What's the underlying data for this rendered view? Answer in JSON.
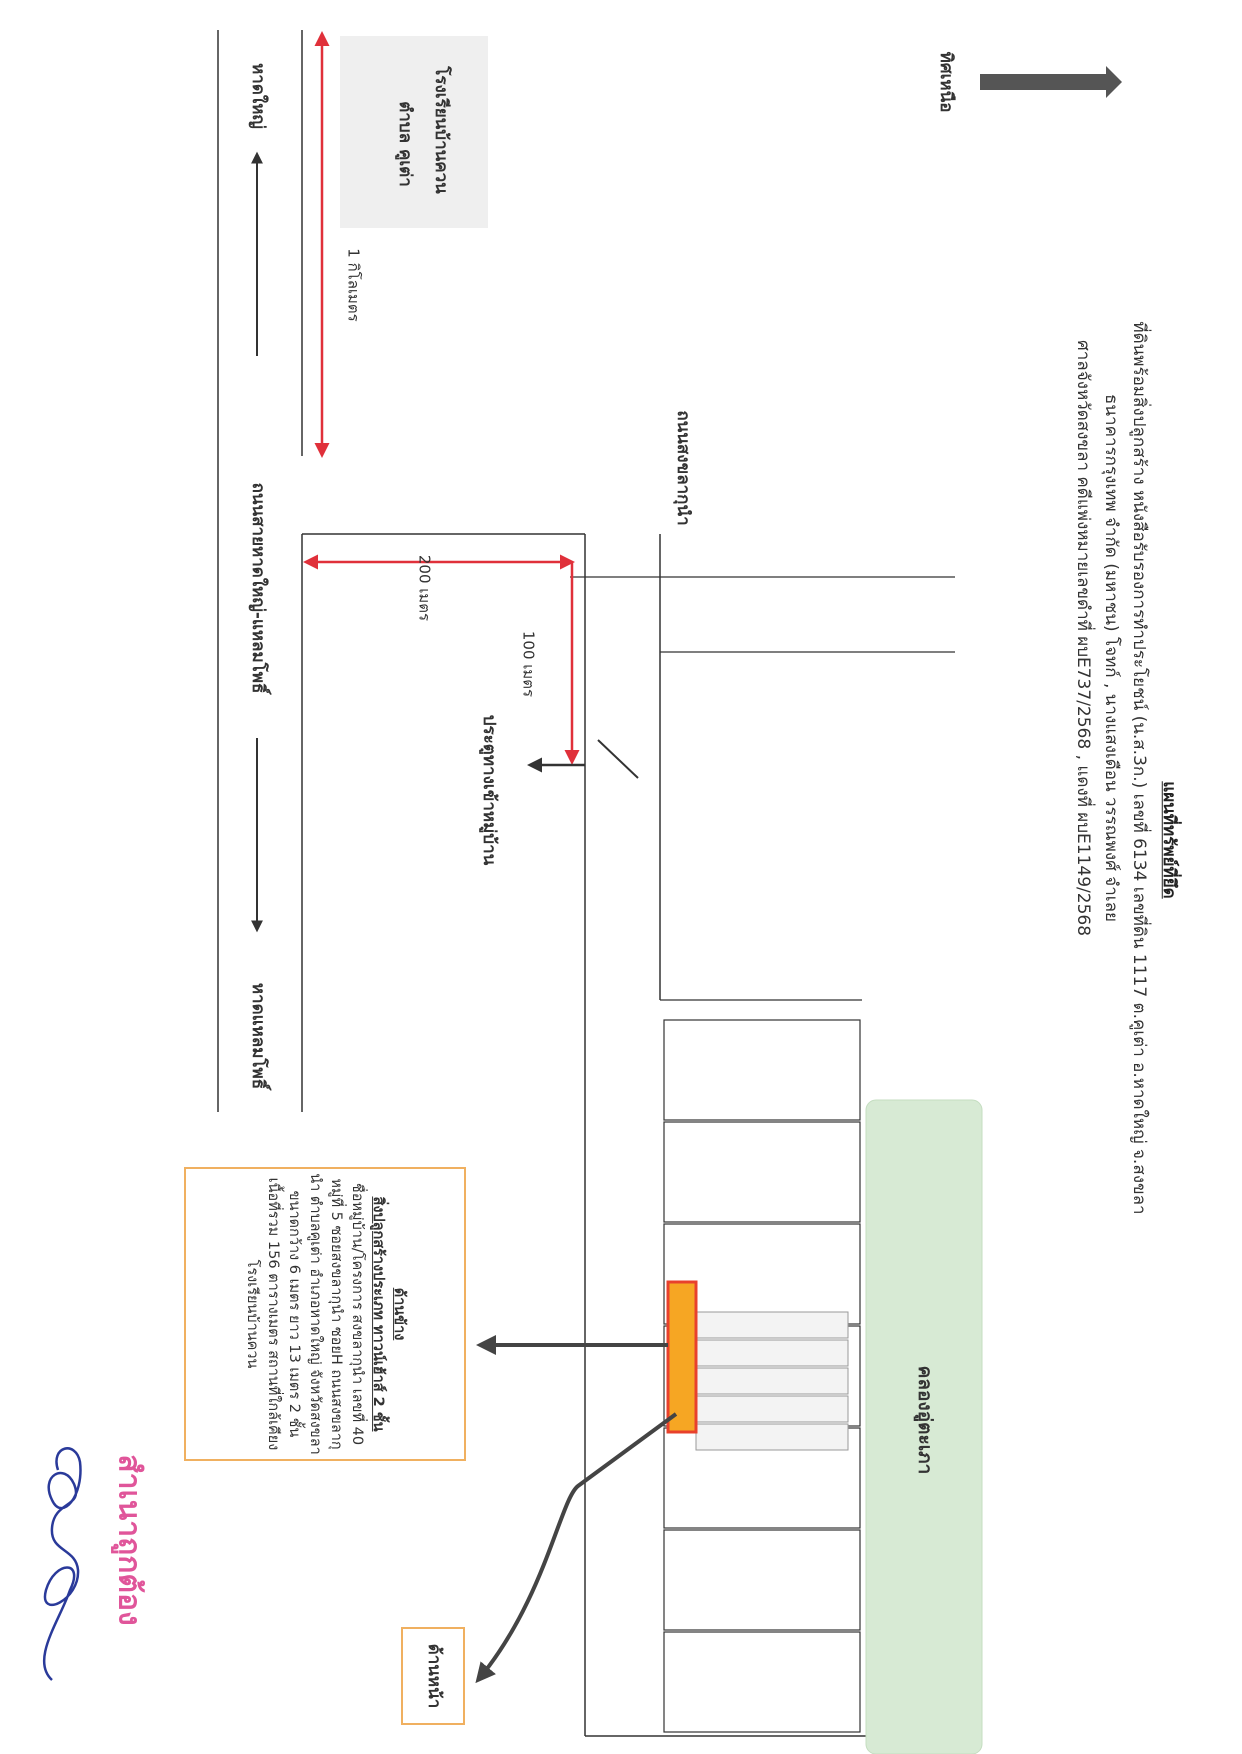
{
  "north_label": "ทิศเหนือ",
  "header": {
    "title": "แผนที่ทรัพย์ที่ยึด",
    "line1": "ที่ดินพร้อมสิ่งปลูกสร้าง หนังสือรับรองการทำประโยชน์ (น.ส.3ก.) เลขที่ 6134 เลขที่ดิน 1117 ต.คูเต่า อ.หาดใหญ่ จ.สงขลา",
    "line2": "ธนาคารกรุงเทพ จำกัด (มหาชน) โจทก์ , นางแสงเดือน  วรรณพงศ์ จำเลย",
    "line3": "ศาลจังหวัดสงขลา คดีแพ่งหมายเลขดำที่ ผบE737/2568 , แดงที่ ผบE1149/2568"
  },
  "labels": {
    "school": "โรงเรียนบ้านควน",
    "subdistrict": "ตำบล คูเต่า",
    "hatyai": "หาดใหญ่",
    "one_km": "1 กิโลเมตร",
    "main_road": "ถนนสายหาดใหญ่-แหลมโพธิ์",
    "laem_pho": "หาดแหลมโพธิ์",
    "side_road": "ถนนสงขลากุนำ",
    "two_hundred_m": "200 เมตร",
    "hundred_m": "100 เมตร",
    "village_gate": "ประตูทางเข้าหมู่บ้าน",
    "canal": "คลองอู่ตะเภา",
    "front": "ด้านหน้า"
  },
  "info_box": {
    "side": "ด้านข้าง",
    "heading": "สิ่งปลูกสร้างประเภท ทาวน์เฮ้าส์ 2 ชั้น",
    "body": "ชื่อหมู่บ้าน/โครงการ สงขลากุนำ เลขที่ 40 หมู่ที่ 5 ซอยสงขลากุนำ ซอยH ถนนสงขลากุนำ ตำบลคูเต่า อำเภอหาดใหญ่ จังหวัดสงขลา ขนาดกว้าง 6 เมตร ยาว 13 เมตร 2 ชั้น เนื้อที่รวม 156 ตารางเมตร สถานที่ใกล้เคียง โรงเรียนบ้านควน"
  },
  "stamp": "สำเนาถูกต้อง",
  "colors": {
    "distance_line": "#e0303a",
    "box_border": "#f0b060",
    "canal_fill": "#d7ead4",
    "target_fill": "#f6a623",
    "target_border": "#e8412c",
    "stamp": "#e0559a",
    "signature": "#2a3a9a"
  }
}
